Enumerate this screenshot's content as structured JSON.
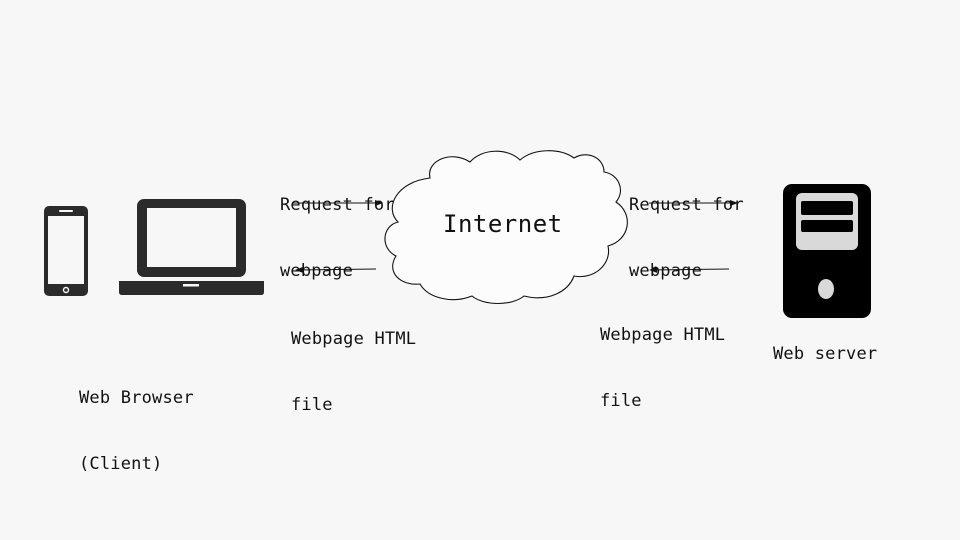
{
  "client": {
    "label_line1": "Web Browser",
    "label_line2": "(Client)"
  },
  "server": {
    "label": "Web server"
  },
  "internet": {
    "label": "Internet"
  },
  "left_link": {
    "request_line1": "Request for",
    "request_line2": "webpage",
    "response_line1": "Webpage HTML",
    "response_line2": "file"
  },
  "right_link": {
    "request_line1": "Request for",
    "request_line2": "webpage",
    "response_line1": "Webpage HTML",
    "response_line2": "file"
  },
  "icons": {
    "phone": "smartphone-icon",
    "laptop": "laptop-icon",
    "cloud": "cloud-icon",
    "server": "server-tower-icon"
  },
  "colors": {
    "background": "#f7f7f7",
    "device": "#2b2b2b",
    "server": "#000000",
    "text": "#111111"
  }
}
